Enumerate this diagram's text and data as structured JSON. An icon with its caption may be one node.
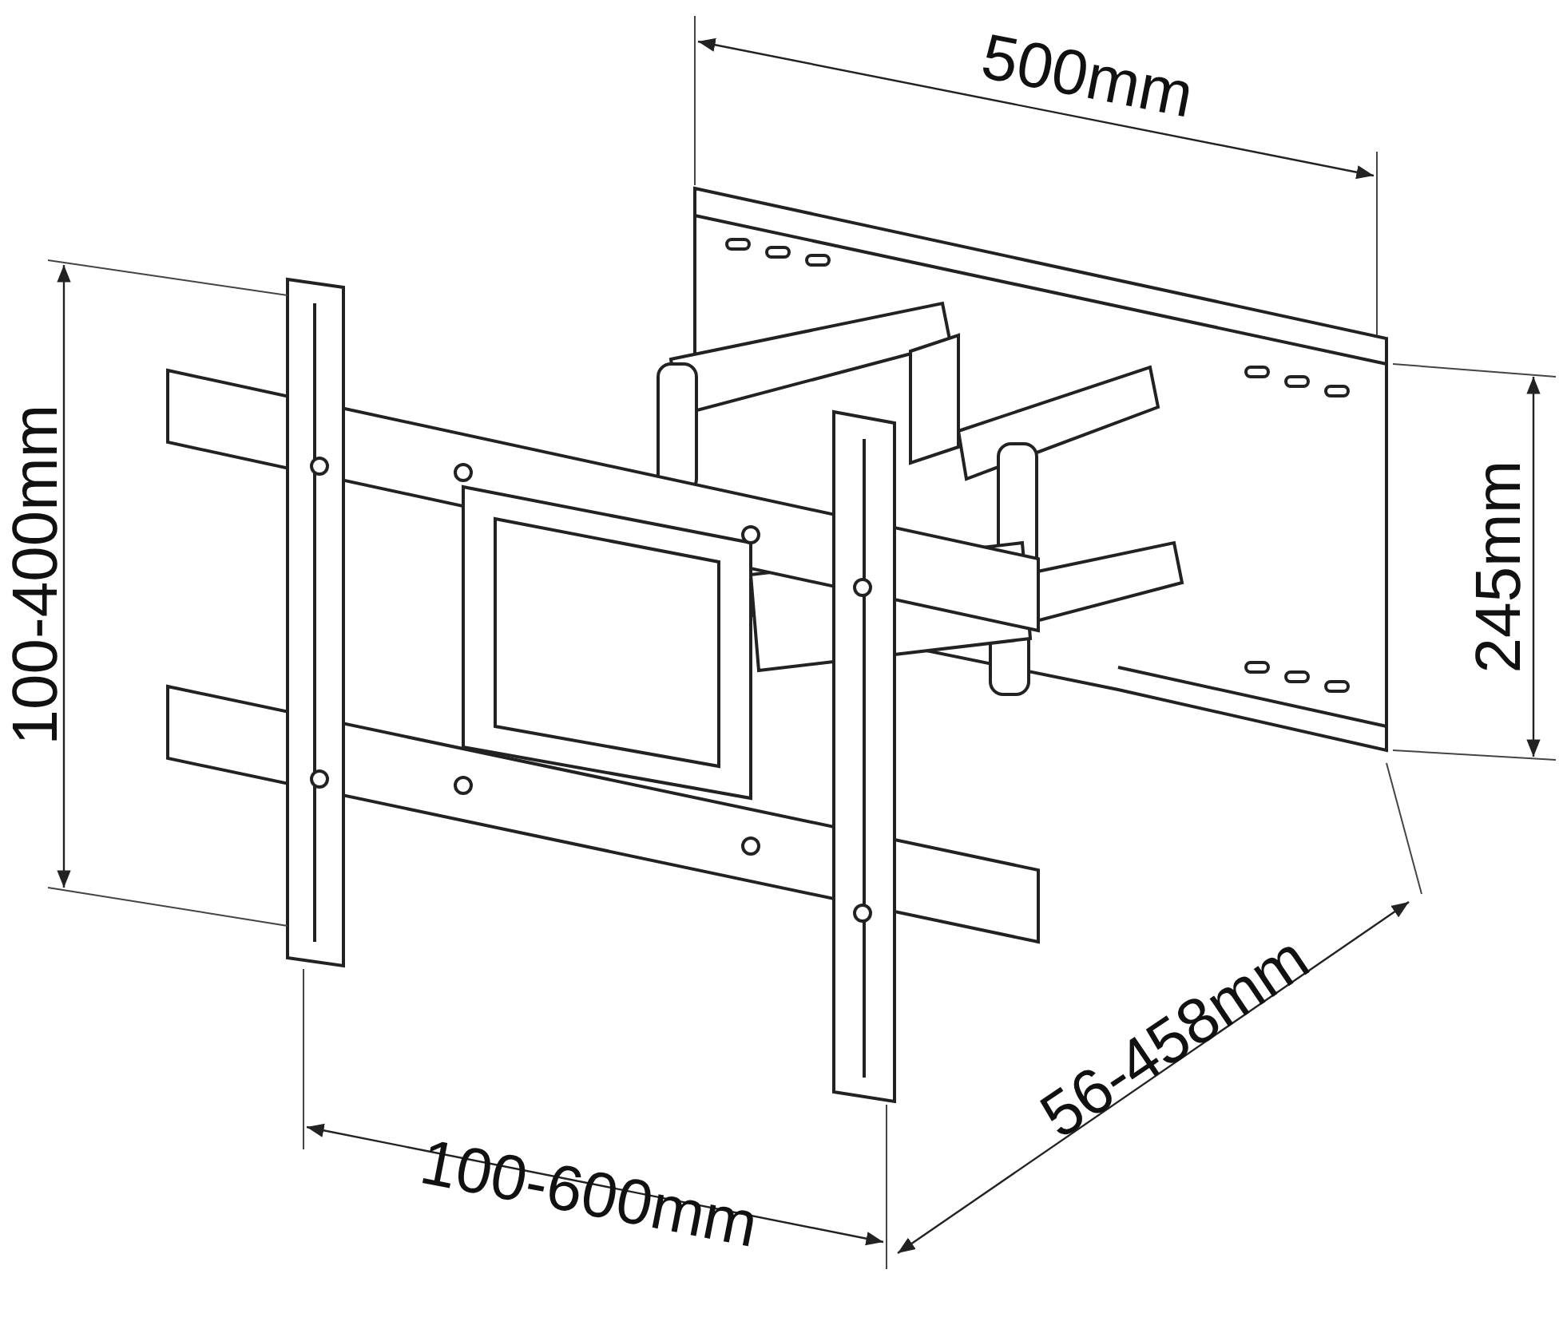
{
  "diagram": {
    "labels": [
      "500mm",
      "100-400mm",
      "245mm",
      "56-458mm",
      "100-600mm"
    ]
  }
}
